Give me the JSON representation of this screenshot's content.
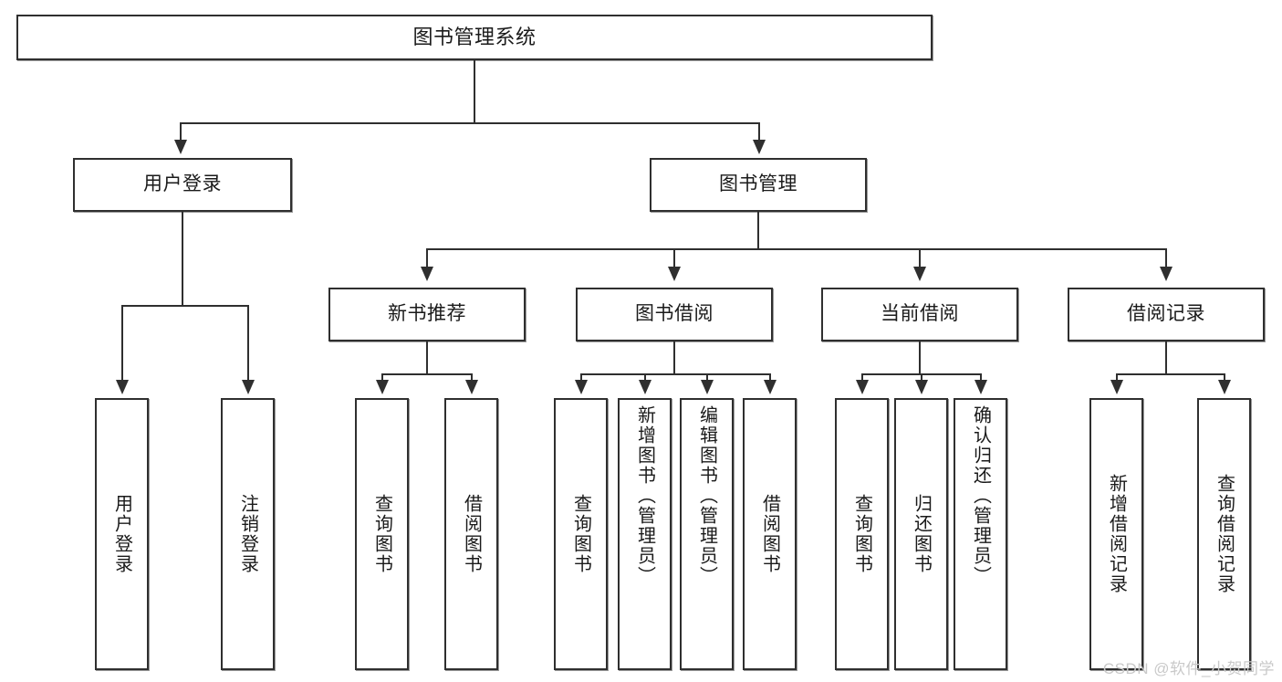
{
  "diagram": {
    "title": "图书管理系统",
    "type": "tree",
    "root": {
      "label": "图书管理系统"
    },
    "level2": [
      {
        "label": "用户登录"
      },
      {
        "label": "图书管理"
      }
    ],
    "level3": [
      {
        "label": "新书推荐"
      },
      {
        "label": "图书借阅"
      },
      {
        "label": "当前借阅"
      },
      {
        "label": "借阅记录"
      }
    ],
    "leaves": {
      "user_login": [
        {
          "label": "用户登录"
        },
        {
          "label": "注销登录"
        }
      ],
      "new_book_recommend": [
        {
          "label": "查询图书"
        },
        {
          "label": "借阅图书"
        }
      ],
      "book_borrow": [
        {
          "label": "查询图书"
        },
        {
          "label": "新增图书（管理员）"
        },
        {
          "label": "编辑图书（管理员）"
        },
        {
          "label": "借阅图书"
        }
      ],
      "current_borrow": [
        {
          "label": "查询图书"
        },
        {
          "label": "归还图书"
        },
        {
          "label": "确认归还（管理员）"
        }
      ],
      "borrow_record": [
        {
          "label": "新增借阅记录"
        },
        {
          "label": "查询借阅记录"
        }
      ]
    }
  },
  "watermark": {
    "text": "CSDN @软件_小贺同学"
  },
  "colors": {
    "stroke": "#2f2f2f",
    "fill": "#ffffff",
    "text": "#1a1a1a",
    "watermark": "#c9c9c9"
  }
}
